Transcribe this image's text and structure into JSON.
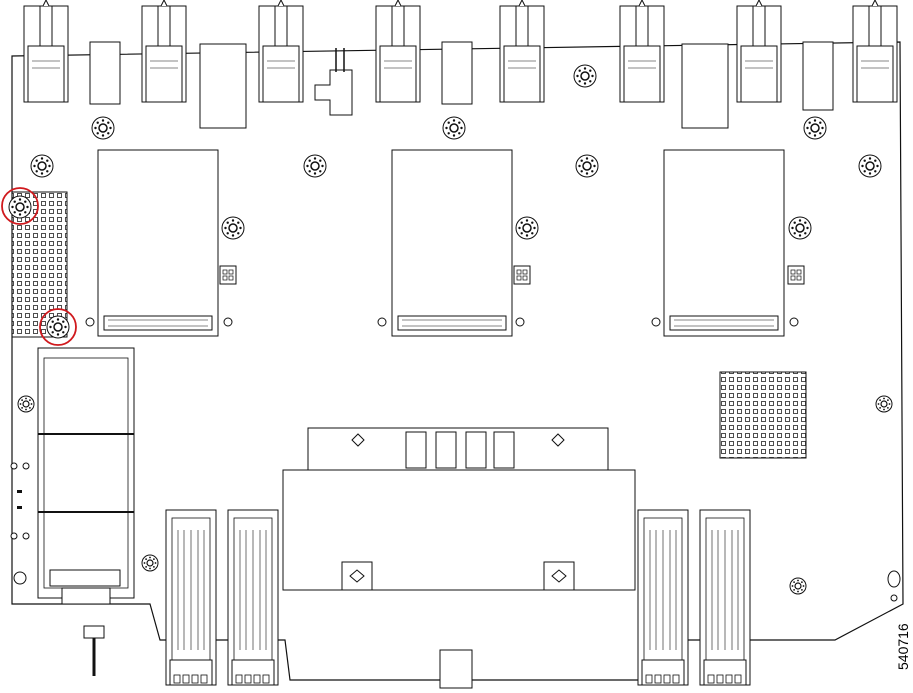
{
  "figure": {
    "figure_number": "540716",
    "highlight_color": "#d0191d",
    "line_color": "#1a1a1a",
    "callouts": [
      {
        "name": "mounting-screw-top",
        "label": ""
      },
      {
        "name": "mounting-screw-bottom",
        "label": ""
      }
    ],
    "components": {
      "top_connectors": 8,
      "heatsink_sockets": 3,
      "memory_slots_bottom": 4,
      "standoffs": "many"
    }
  }
}
